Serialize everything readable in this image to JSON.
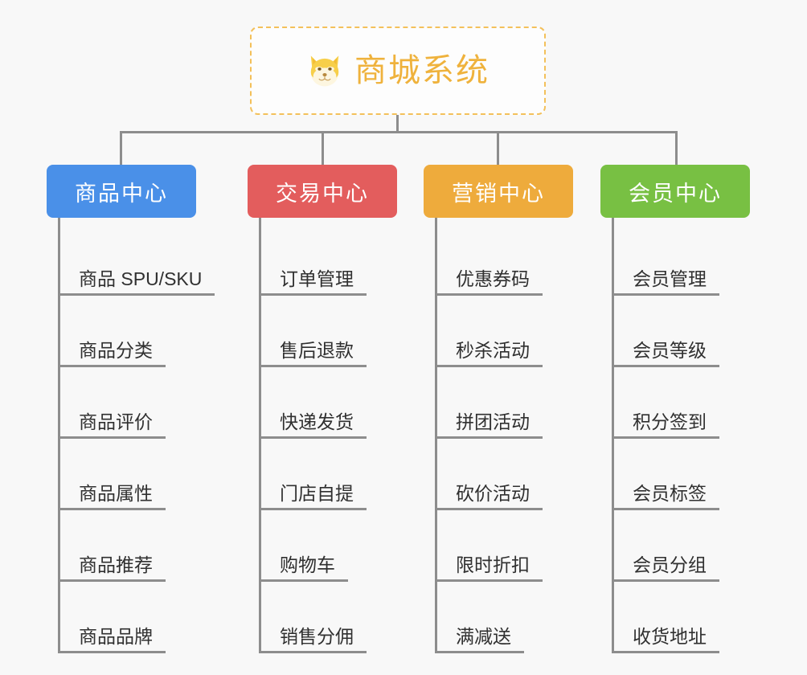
{
  "diagram": {
    "type": "org-chart",
    "background_color": "#f8f8f8",
    "root": {
      "title": "商城系统",
      "icon": "shiba-dog-icon",
      "border_color": "#f3c05a",
      "text_color": "#efb23c"
    },
    "connector_color": "#8d8d8d",
    "branches": [
      {
        "label": "商品中心",
        "color": "#4a90e8",
        "items": [
          "商品 SPU/SKU",
          "商品分类",
          "商品评价",
          "商品属性",
          "商品推荐",
          "商品品牌"
        ]
      },
      {
        "label": "交易中心",
        "color": "#e35d5d",
        "items": [
          "订单管理",
          "售后退款",
          "快递发货",
          "门店自提",
          "购物车",
          "销售分佣"
        ]
      },
      {
        "label": "营销中心",
        "color": "#eeab3c",
        "items": [
          "优惠券码",
          "秒杀活动",
          "拼团活动",
          "砍价活动",
          "限时折扣",
          "满减送"
        ]
      },
      {
        "label": "会员中心",
        "color": "#78c043",
        "items": [
          "会员管理",
          "会员等级",
          "积分签到",
          "会员标签",
          "会员分组",
          "收货地址"
        ]
      }
    ]
  }
}
